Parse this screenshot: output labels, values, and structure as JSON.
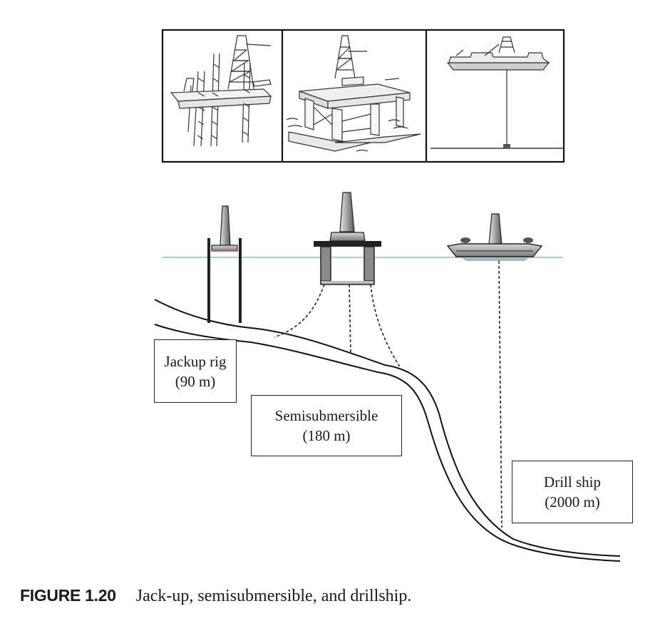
{
  "caption": {
    "number": "FIGURE 1.20",
    "text": "Jack-up, semisubmersible, and drillship."
  },
  "labels": [
    {
      "name": "Jackup rig",
      "depth": "(90 m)"
    },
    {
      "name": "Semisubmersible",
      "depth": "(180 m)"
    },
    {
      "name": "Drill ship",
      "depth": "(2000 m)"
    }
  ],
  "colors": {
    "water_line": "#8fb8c0",
    "platform_fill": "#9a9a9a",
    "ink": "#222222"
  }
}
